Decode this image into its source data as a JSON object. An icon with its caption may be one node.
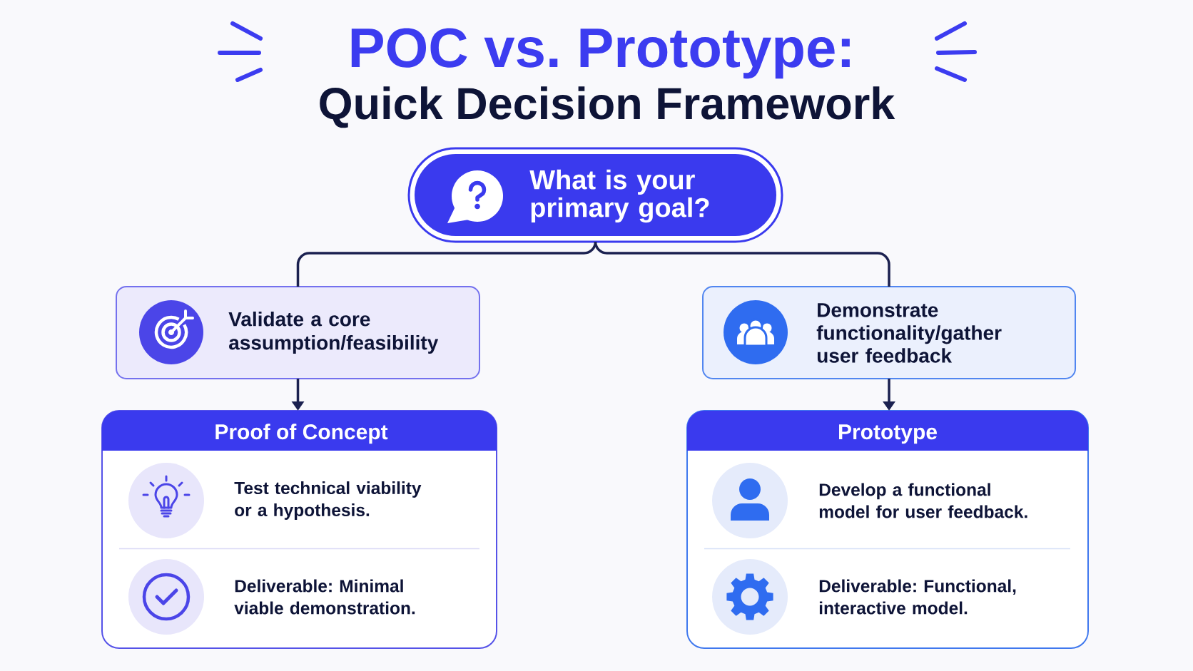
{
  "diagram": {
    "title": "POC vs. Prototype:",
    "nodes": [
      {
        "text": [
          "What is your primary goal?"
        ]
      },
      {
        "text": [
          "Validate a core assumption/feasibility"
        ]
      },
      {
        "text": [
          "Demonstrate functionality/gather user feedback"
        ]
      },
      {
        "text": [
          "Proof of Concept",
          "Test technical viability or a hypothesis.",
          "Deliverable: Minimal viable demonstration."
        ]
      },
      {
        "text": [
          "Prototype",
          "Develop a functional model for user feedback.",
          "Deliverable: Functional, interactive model."
        ]
      }
    ],
    "edges": [
      {
        "from": 0,
        "to": 1,
        "arrow": "none"
      },
      {
        "from": 0,
        "to": 2,
        "arrow": "none"
      },
      {
        "from": 1,
        "to": 3,
        "arrow": "to"
      },
      {
        "from": 2,
        "to": 4,
        "arrow": "to"
      }
    ],
    "labels": [
      "Quick Decision Framework"
    ]
  }
}
